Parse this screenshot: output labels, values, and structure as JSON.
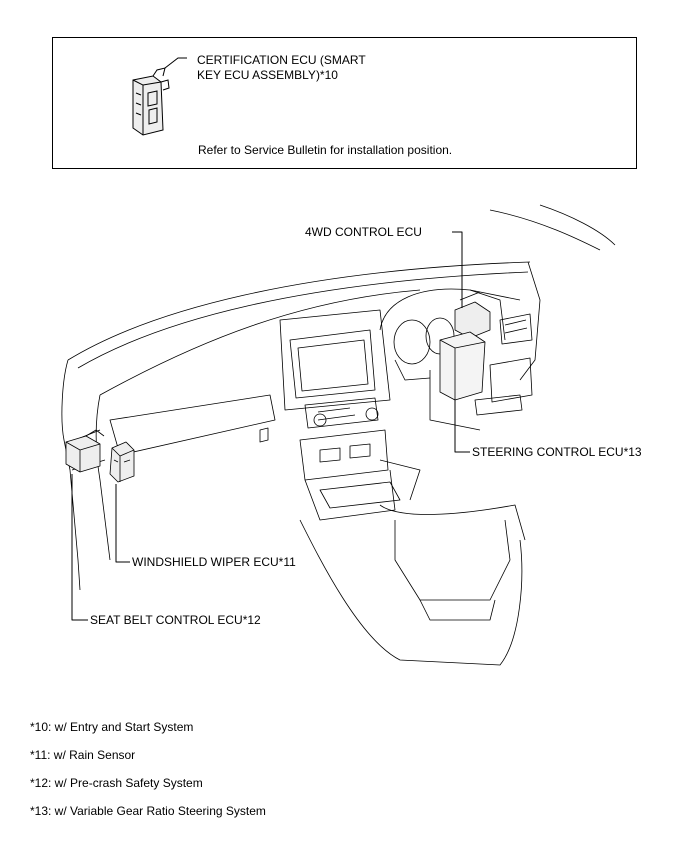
{
  "inset": {
    "certification_label_line1": "CERTIFICATION ECU (SMART",
    "certification_label_line2": "KEY ECU ASSEMBLY)*10",
    "refer_text": "Refer to Service Bulletin for installation position."
  },
  "callouts": {
    "four_wd": "4WD CONTROL ECU",
    "steering": "STEERING CONTROL ECU*13",
    "wiper": "WINDSHIELD WIPER ECU*11",
    "seat_belt": "SEAT BELT CONTROL ECU*12"
  },
  "notes": [
    "*10: w/ Entry and Start System",
    "*11: w/ Rain Sensor",
    "*12: w/ Pre-crash Safety System",
    "*13: w/ Variable Gear Ratio Steering System"
  ]
}
